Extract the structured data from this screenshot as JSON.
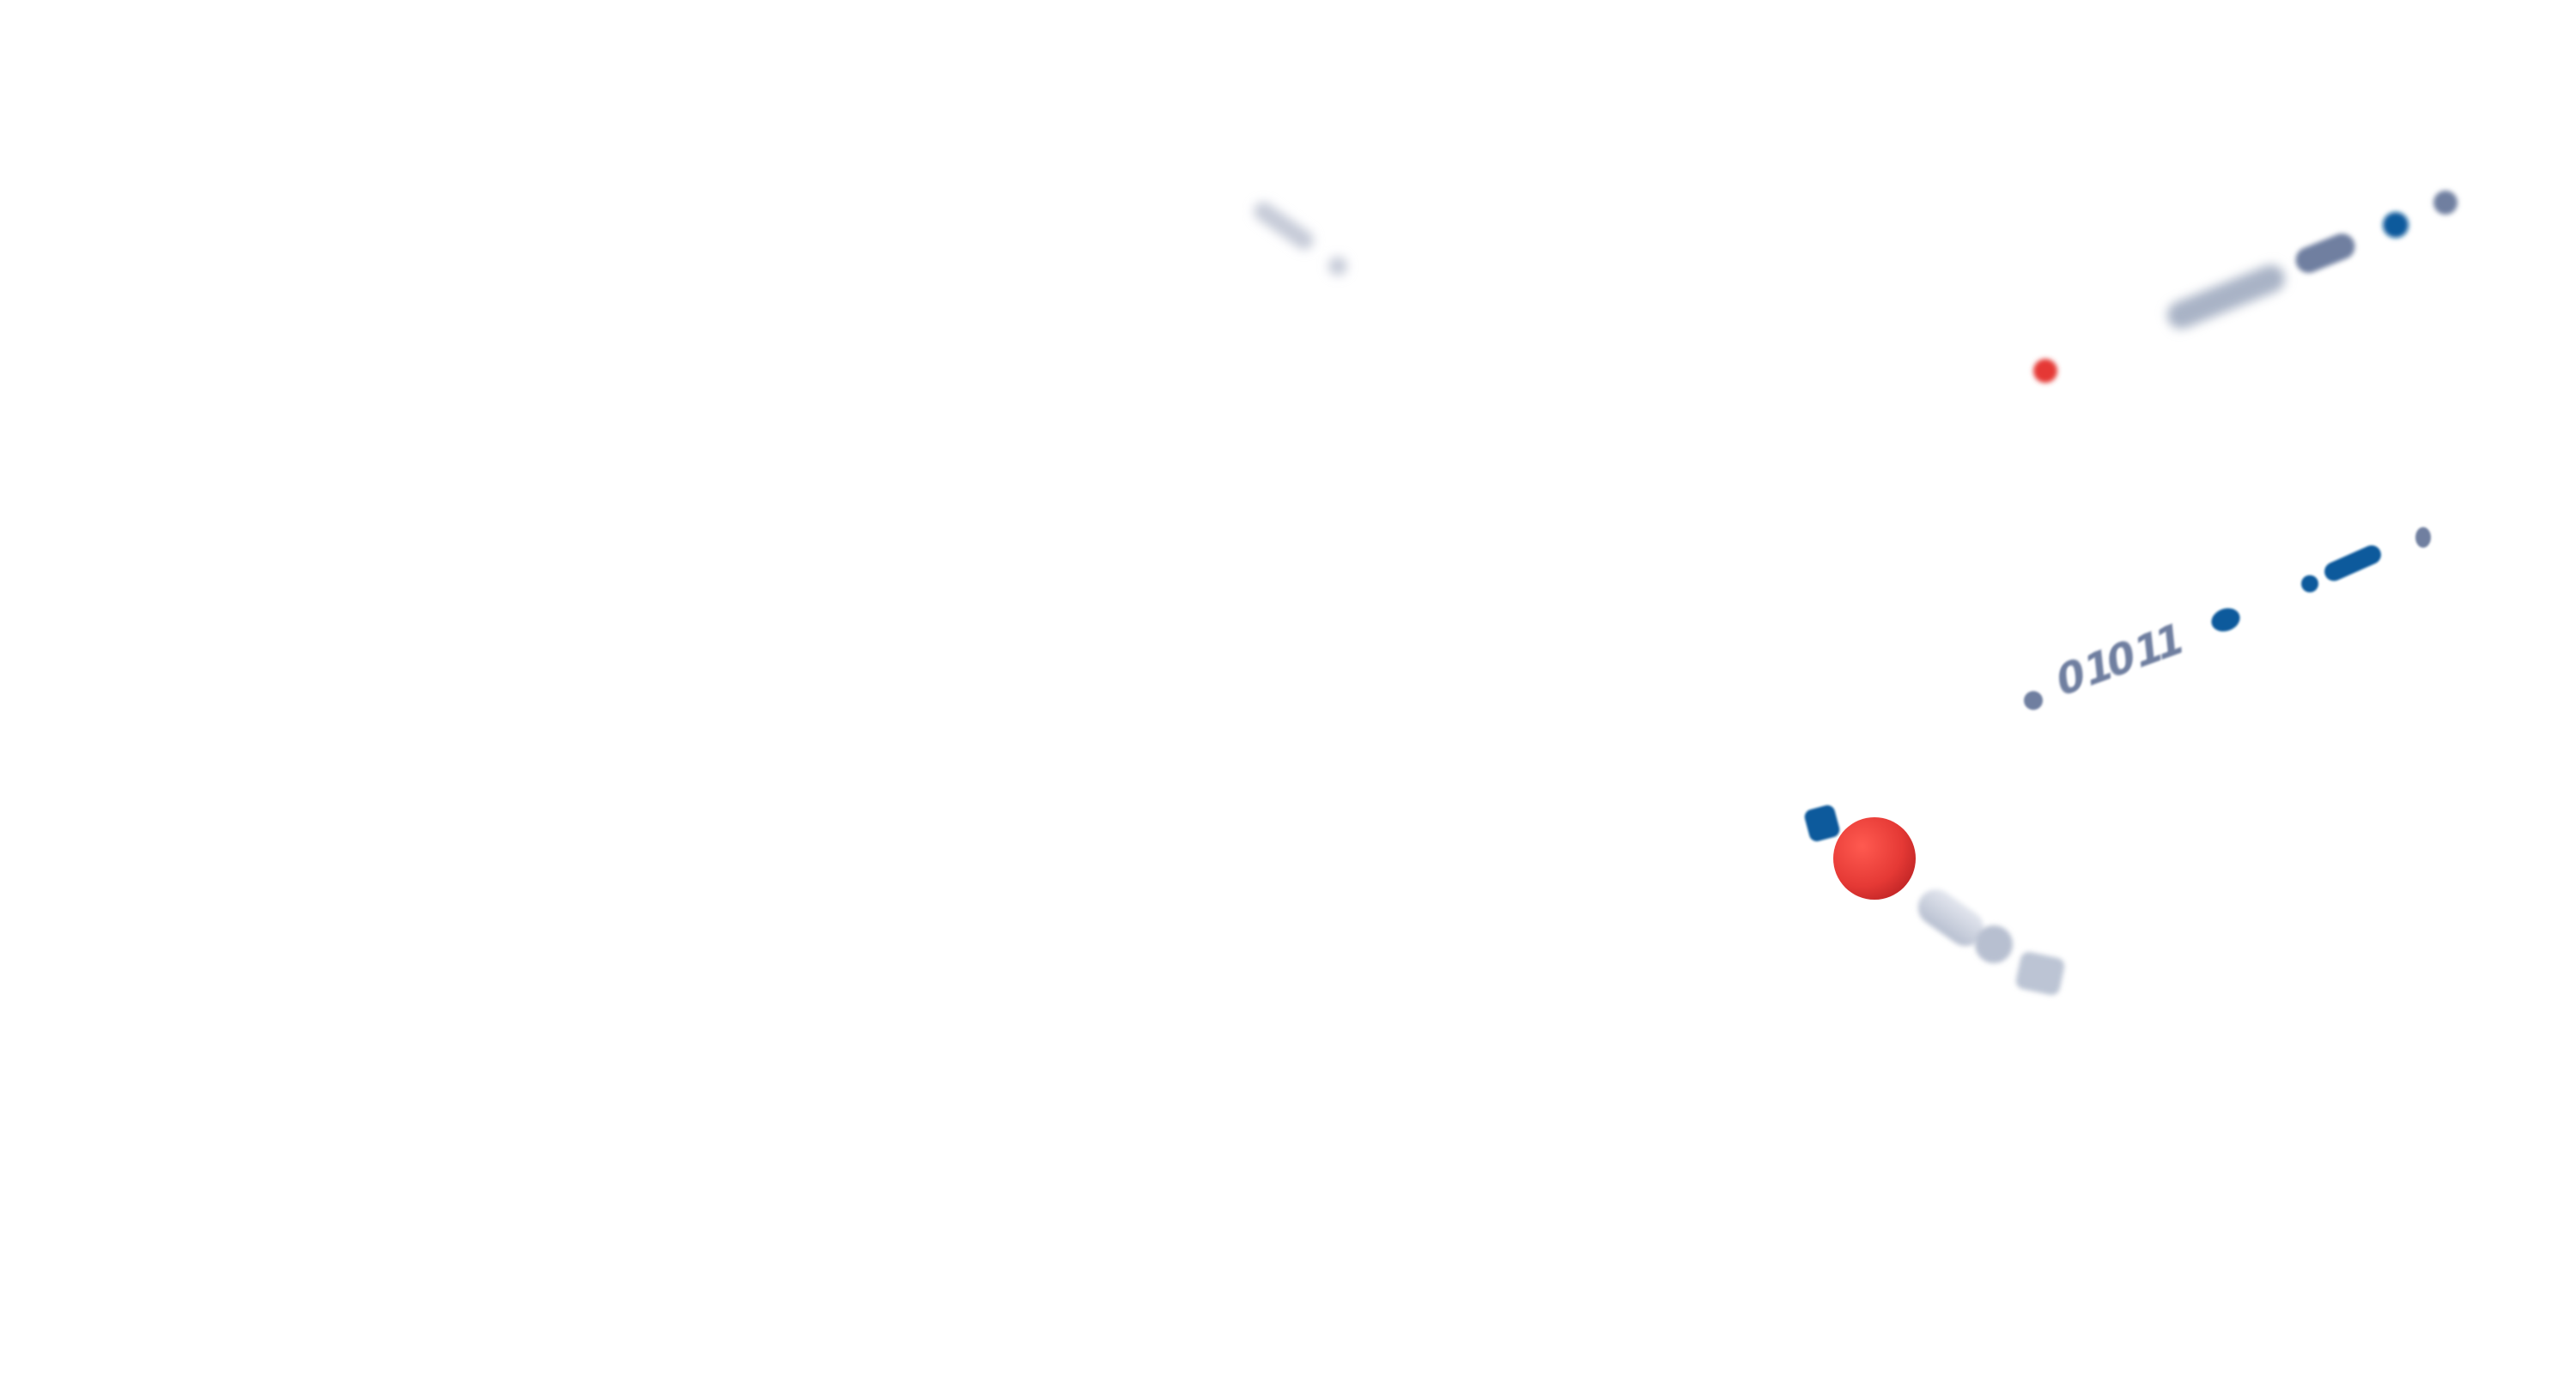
{
  "scene": {
    "background_color": "#ffffff",
    "colors": {
      "accent_red": "#e53935",
      "accent_blue": "#0b5a9c",
      "steel_gray": "#6f7fa0",
      "light_gray": "#a9b3c6",
      "pale_gray": "#c6cbd8"
    },
    "digit_glyphs": [
      "0",
      "1",
      "0",
      "1",
      "1"
    ]
  }
}
